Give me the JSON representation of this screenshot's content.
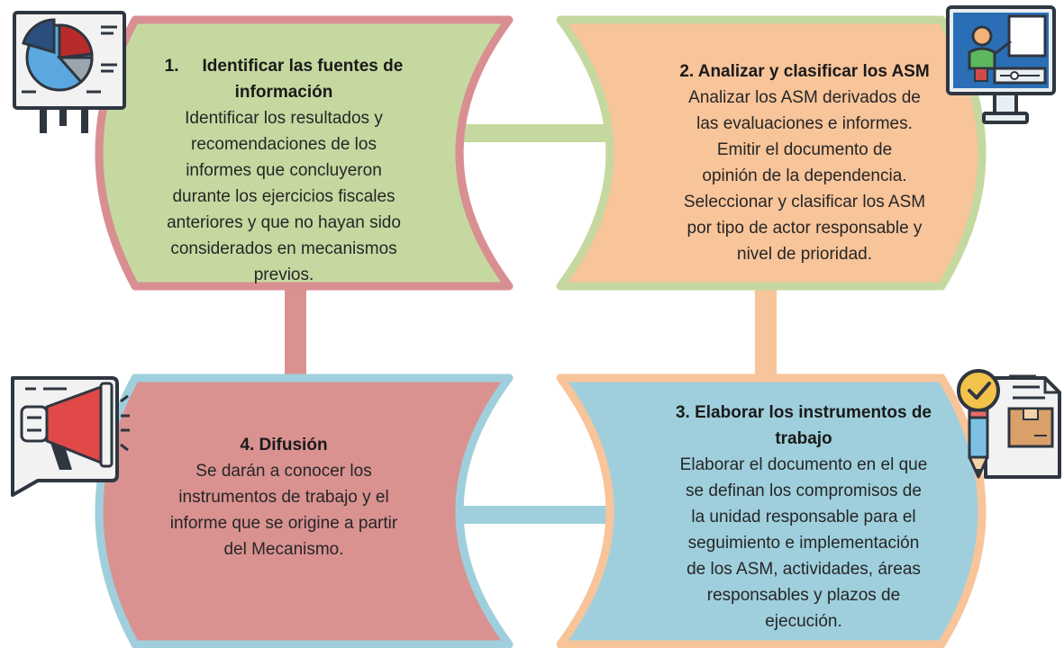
{
  "steps": [
    {
      "id": "1",
      "number": "1.",
      "title": "Identificar las fuentes de información",
      "title_line1": "Identificar las fuentes de",
      "title_line2": "información",
      "lines": [
        "Identificar los resultados y",
        "recomendaciones de los",
        "informes que concluyeron",
        "durante los ejercicios fiscales",
        "anteriores y que no hayan sido",
        "considerados en mecanismos",
        "previos."
      ],
      "fill": "#c5d8a0",
      "border": "#d98f92",
      "icon": "presentation-pie-chart-icon"
    },
    {
      "id": "2",
      "title": "2. Analizar y clasificar los ASM",
      "lines": [
        "Analizar los ASM derivados de",
        "las evaluaciones e informes.",
        "Emitir el documento de",
        "opinión de la dependencia.",
        "Seleccionar y clasificar los ASM",
        "por tipo de actor responsable y",
        "nivel de prioridad."
      ],
      "fill": "#f8c49a",
      "border": "#c5d8a0",
      "icon": "computer-teacher-icon"
    },
    {
      "id": "3",
      "title_line1": "3. Elaborar los instrumentos de",
      "title_line2": "trabajo",
      "lines": [
        "Elaborar el documento en el que",
        "se definan los compromisos de",
        "la unidad responsable para el",
        "seguimiento e implementación",
        "de los ASM, actividades, áreas",
        "responsables y plazos de",
        "ejecución."
      ],
      "fill": "#9fcfdc",
      "border": "#f8c49a",
      "icon": "document-checklist-pencil-icon"
    },
    {
      "id": "4",
      "title": "4. Difusión",
      "lines": [
        "Se darán a conocer los",
        "instrumentos de trabajo y el",
        "informe que se origine a partir",
        "del Mecanismo."
      ],
      "fill": "#d99290",
      "border": "#9fcfdc",
      "icon": "megaphone-message-icon"
    }
  ]
}
